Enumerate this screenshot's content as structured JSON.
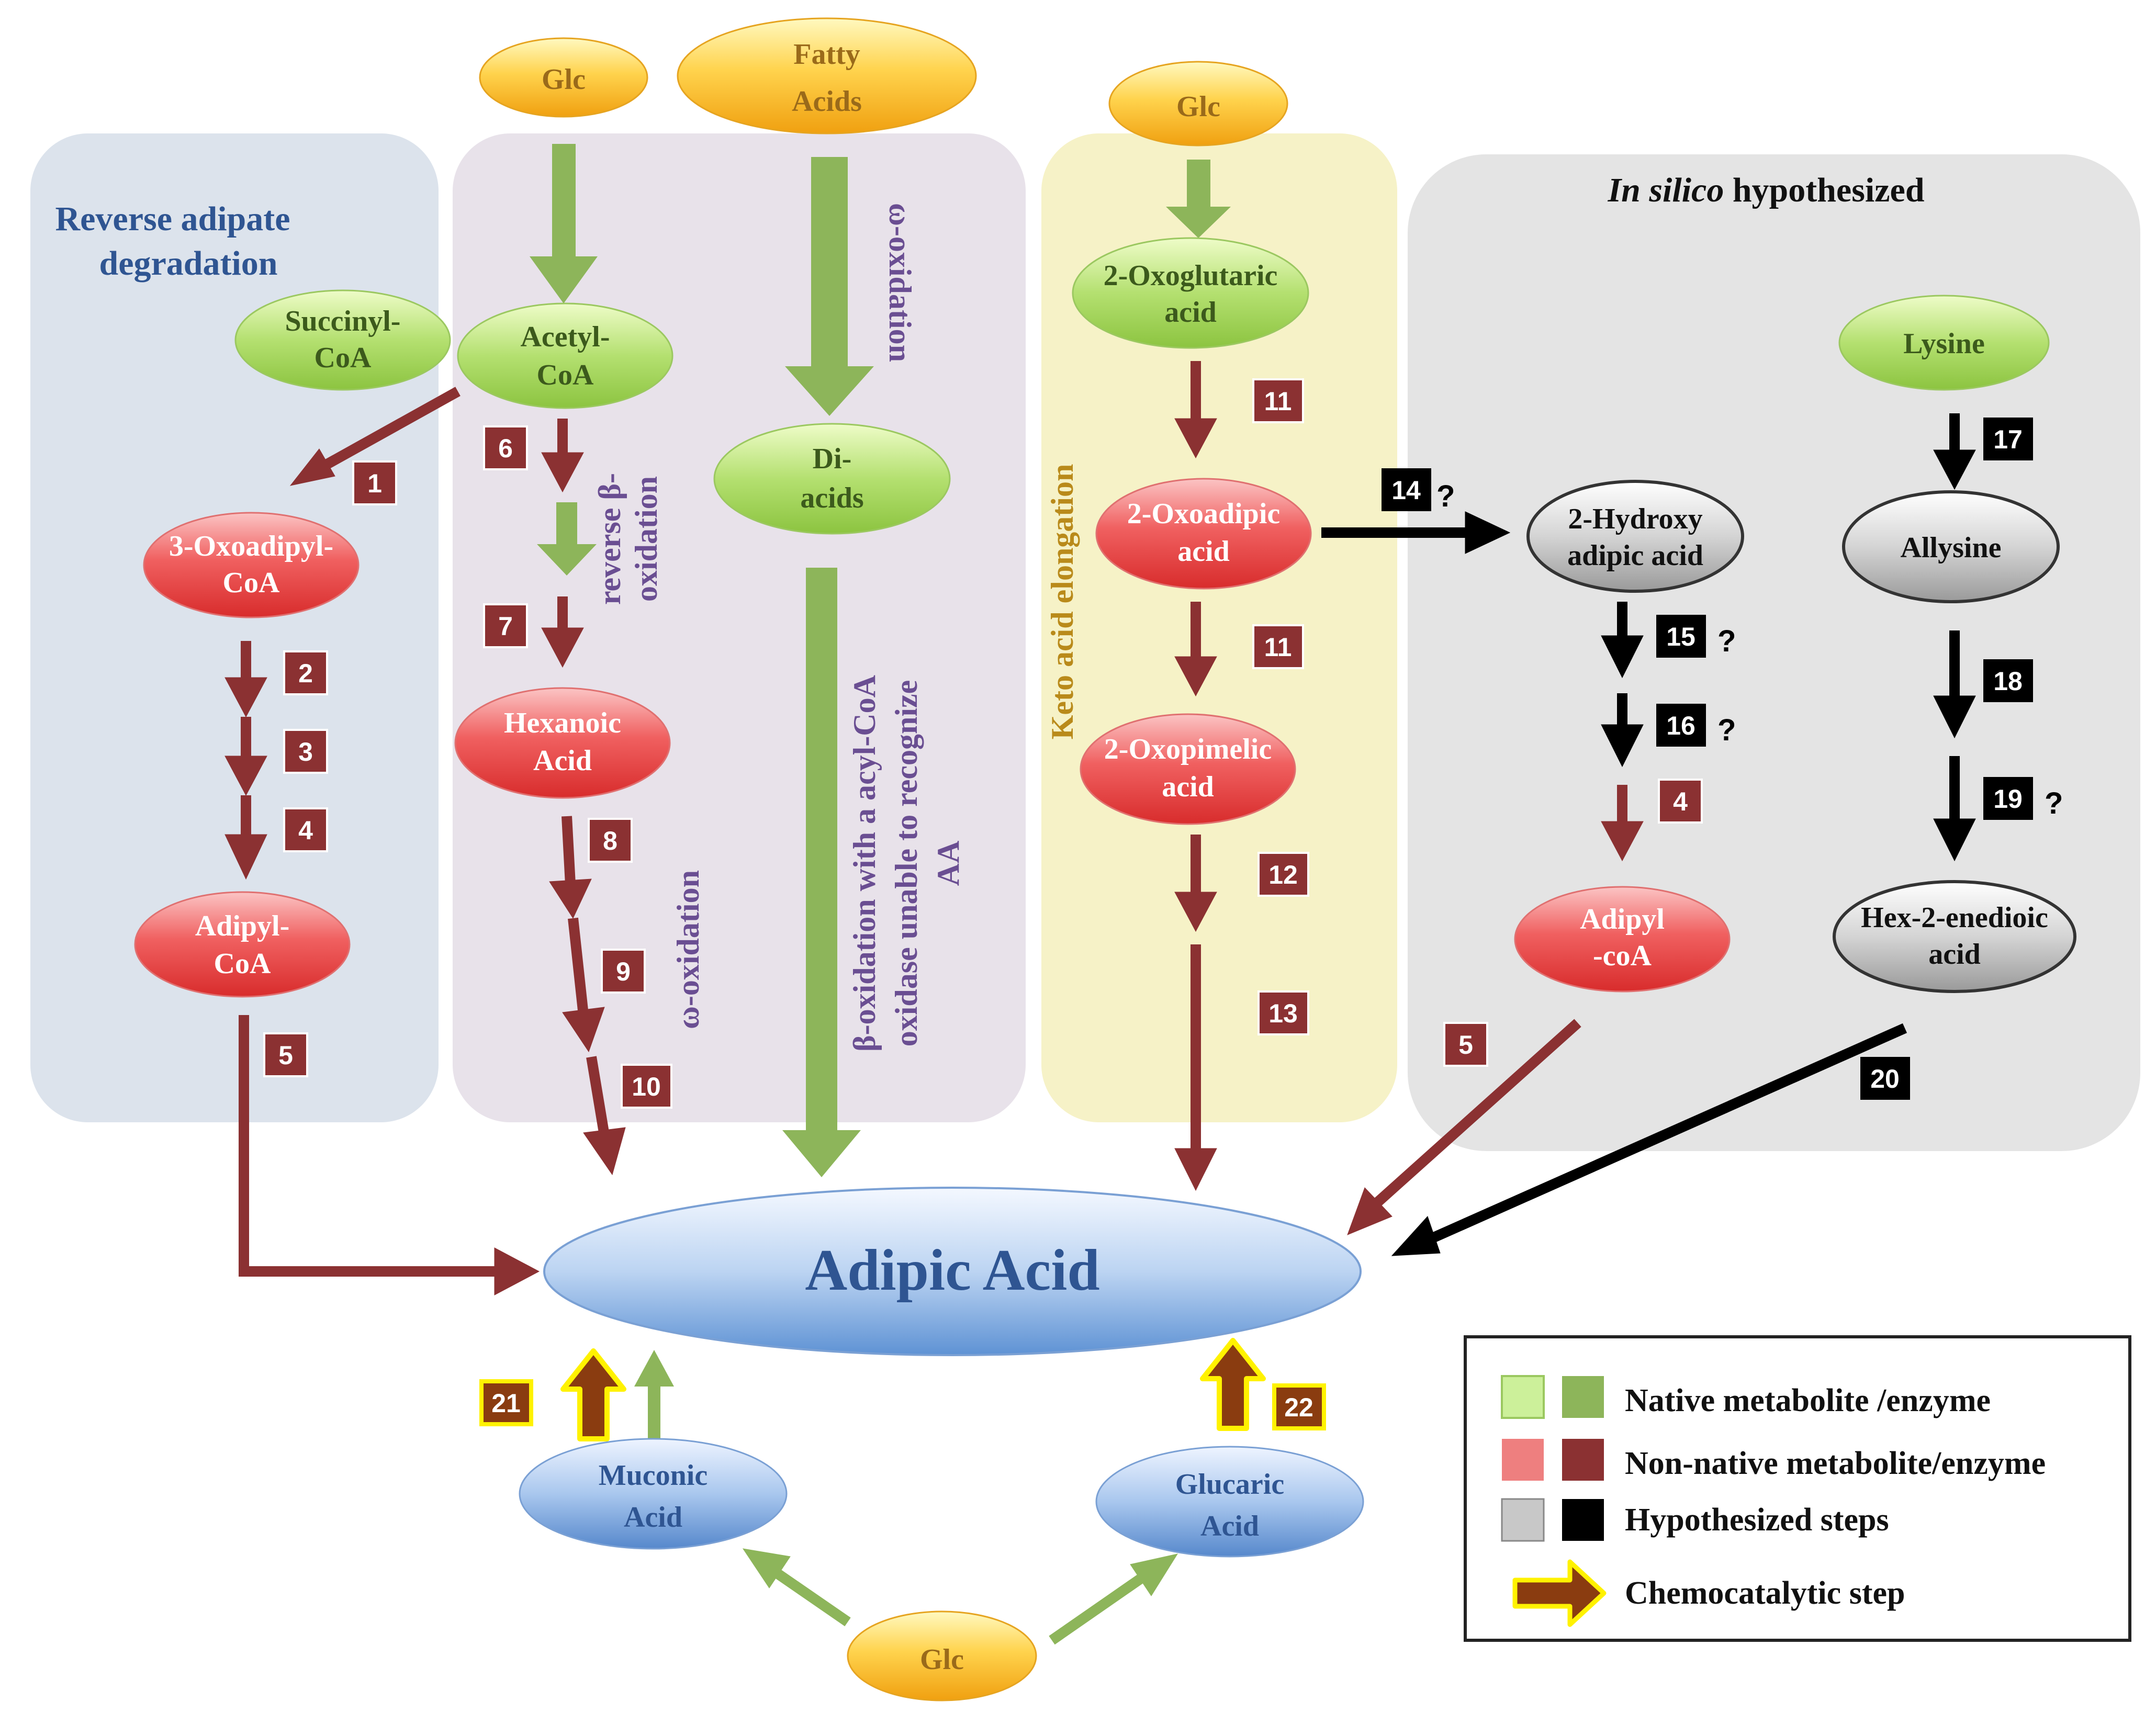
{
  "panels": {
    "reverse_adipate": "Reverse adipate degradation",
    "reverse_adipate_line1": "Reverse adipate",
    "reverse_adipate_line2": "degradation",
    "insilico_italic": "In silico",
    "insilico_rest": " hypothesized",
    "keto_elongation": "Keto acid elongation"
  },
  "side_labels": {
    "omega_ox_top": "ω-oxidation",
    "reverse_beta_line1": "reverse β-",
    "reverse_beta_line2": "oxidation",
    "omega_ox_mid": "ω-oxidation",
    "beta_line1": "β-oxidation with a acyl-CoA",
    "beta_line2": "oxidase unable to recognize",
    "beta_line3": "AA"
  },
  "metabolites": {
    "glc_top_left": "Glc",
    "fatty_acids_1": "Fatty",
    "fatty_acids_2": "Acids",
    "glc_top_mid": "Glc",
    "succinyl_1": "Succinyl-",
    "succinyl_2": "CoA",
    "acetyl_1": "Acetyl-",
    "acetyl_2": "CoA",
    "diacids_1": "Di-",
    "diacids_2": "acids",
    "oxoglutaric_1": "2-Oxoglutaric",
    "oxoglutaric_2": "acid",
    "lysine": "Lysine",
    "oxoadipyl_1": "3-Oxoadipyl-",
    "oxoadipyl_2": "CoA",
    "oxoadipic_1": "2-Oxoadipic",
    "oxoadipic_2": "acid",
    "hydroxy_1": "2-Hydroxy",
    "hydroxy_2": "adipic acid",
    "allysine": "Allysine",
    "hexanoic_1": "Hexanoic",
    "hexanoic_2": "Acid",
    "oxopimelic_1": "2-Oxopimelic",
    "oxopimelic_2": "acid",
    "adipyl_left_1": "Adipyl-",
    "adipyl_left_2": "CoA",
    "adipyl_right_1": "Adipyl",
    "adipyl_right_2": "-coA",
    "hexenedioic_1": "Hex-2-enedioic",
    "hexenedioic_2": "acid",
    "adipic_acid": "Adipic Acid",
    "muconic_1": "Muconic",
    "muconic_2": "Acid",
    "glucaric_1": "Glucaric",
    "glucaric_2": "Acid",
    "glc_bottom": "Glc"
  },
  "steps": {
    "s1": "1",
    "s2": "2",
    "s3": "3",
    "s4": "4",
    "s5": "5",
    "s6": "6",
    "s7": "7",
    "s8": "8",
    "s9": "9",
    "s10": "10",
    "s11a": "11",
    "s11b": "11",
    "s12": "12",
    "s13": "13",
    "s14": "14",
    "s15": "15",
    "s16": "16",
    "s4b": "4",
    "s5b": "5",
    "s17": "17",
    "s18": "18",
    "s19": "19",
    "s20": "20",
    "s21": "21",
    "s22": "22",
    "q": "?"
  },
  "legend": {
    "native": "Native metabolite /enzyme",
    "nonnative": "Non-native metabolite/enzyme",
    "hypothesized": "Hypothesized steps",
    "chemocatalytic": "Chemocatalytic step"
  },
  "colors": {
    "native_light": "#b7e27a",
    "native_dark": "#8db55a",
    "nonnative_light": "#ee7f7f",
    "nonnative_dark": "#8b3132",
    "hyp_light": "#c8c8c8",
    "hyp_dark": "#000000",
    "glc_yellow": "#f5b21b",
    "adipic_blue": "#4a82c8",
    "chemo_yellow": "#fff200"
  }
}
